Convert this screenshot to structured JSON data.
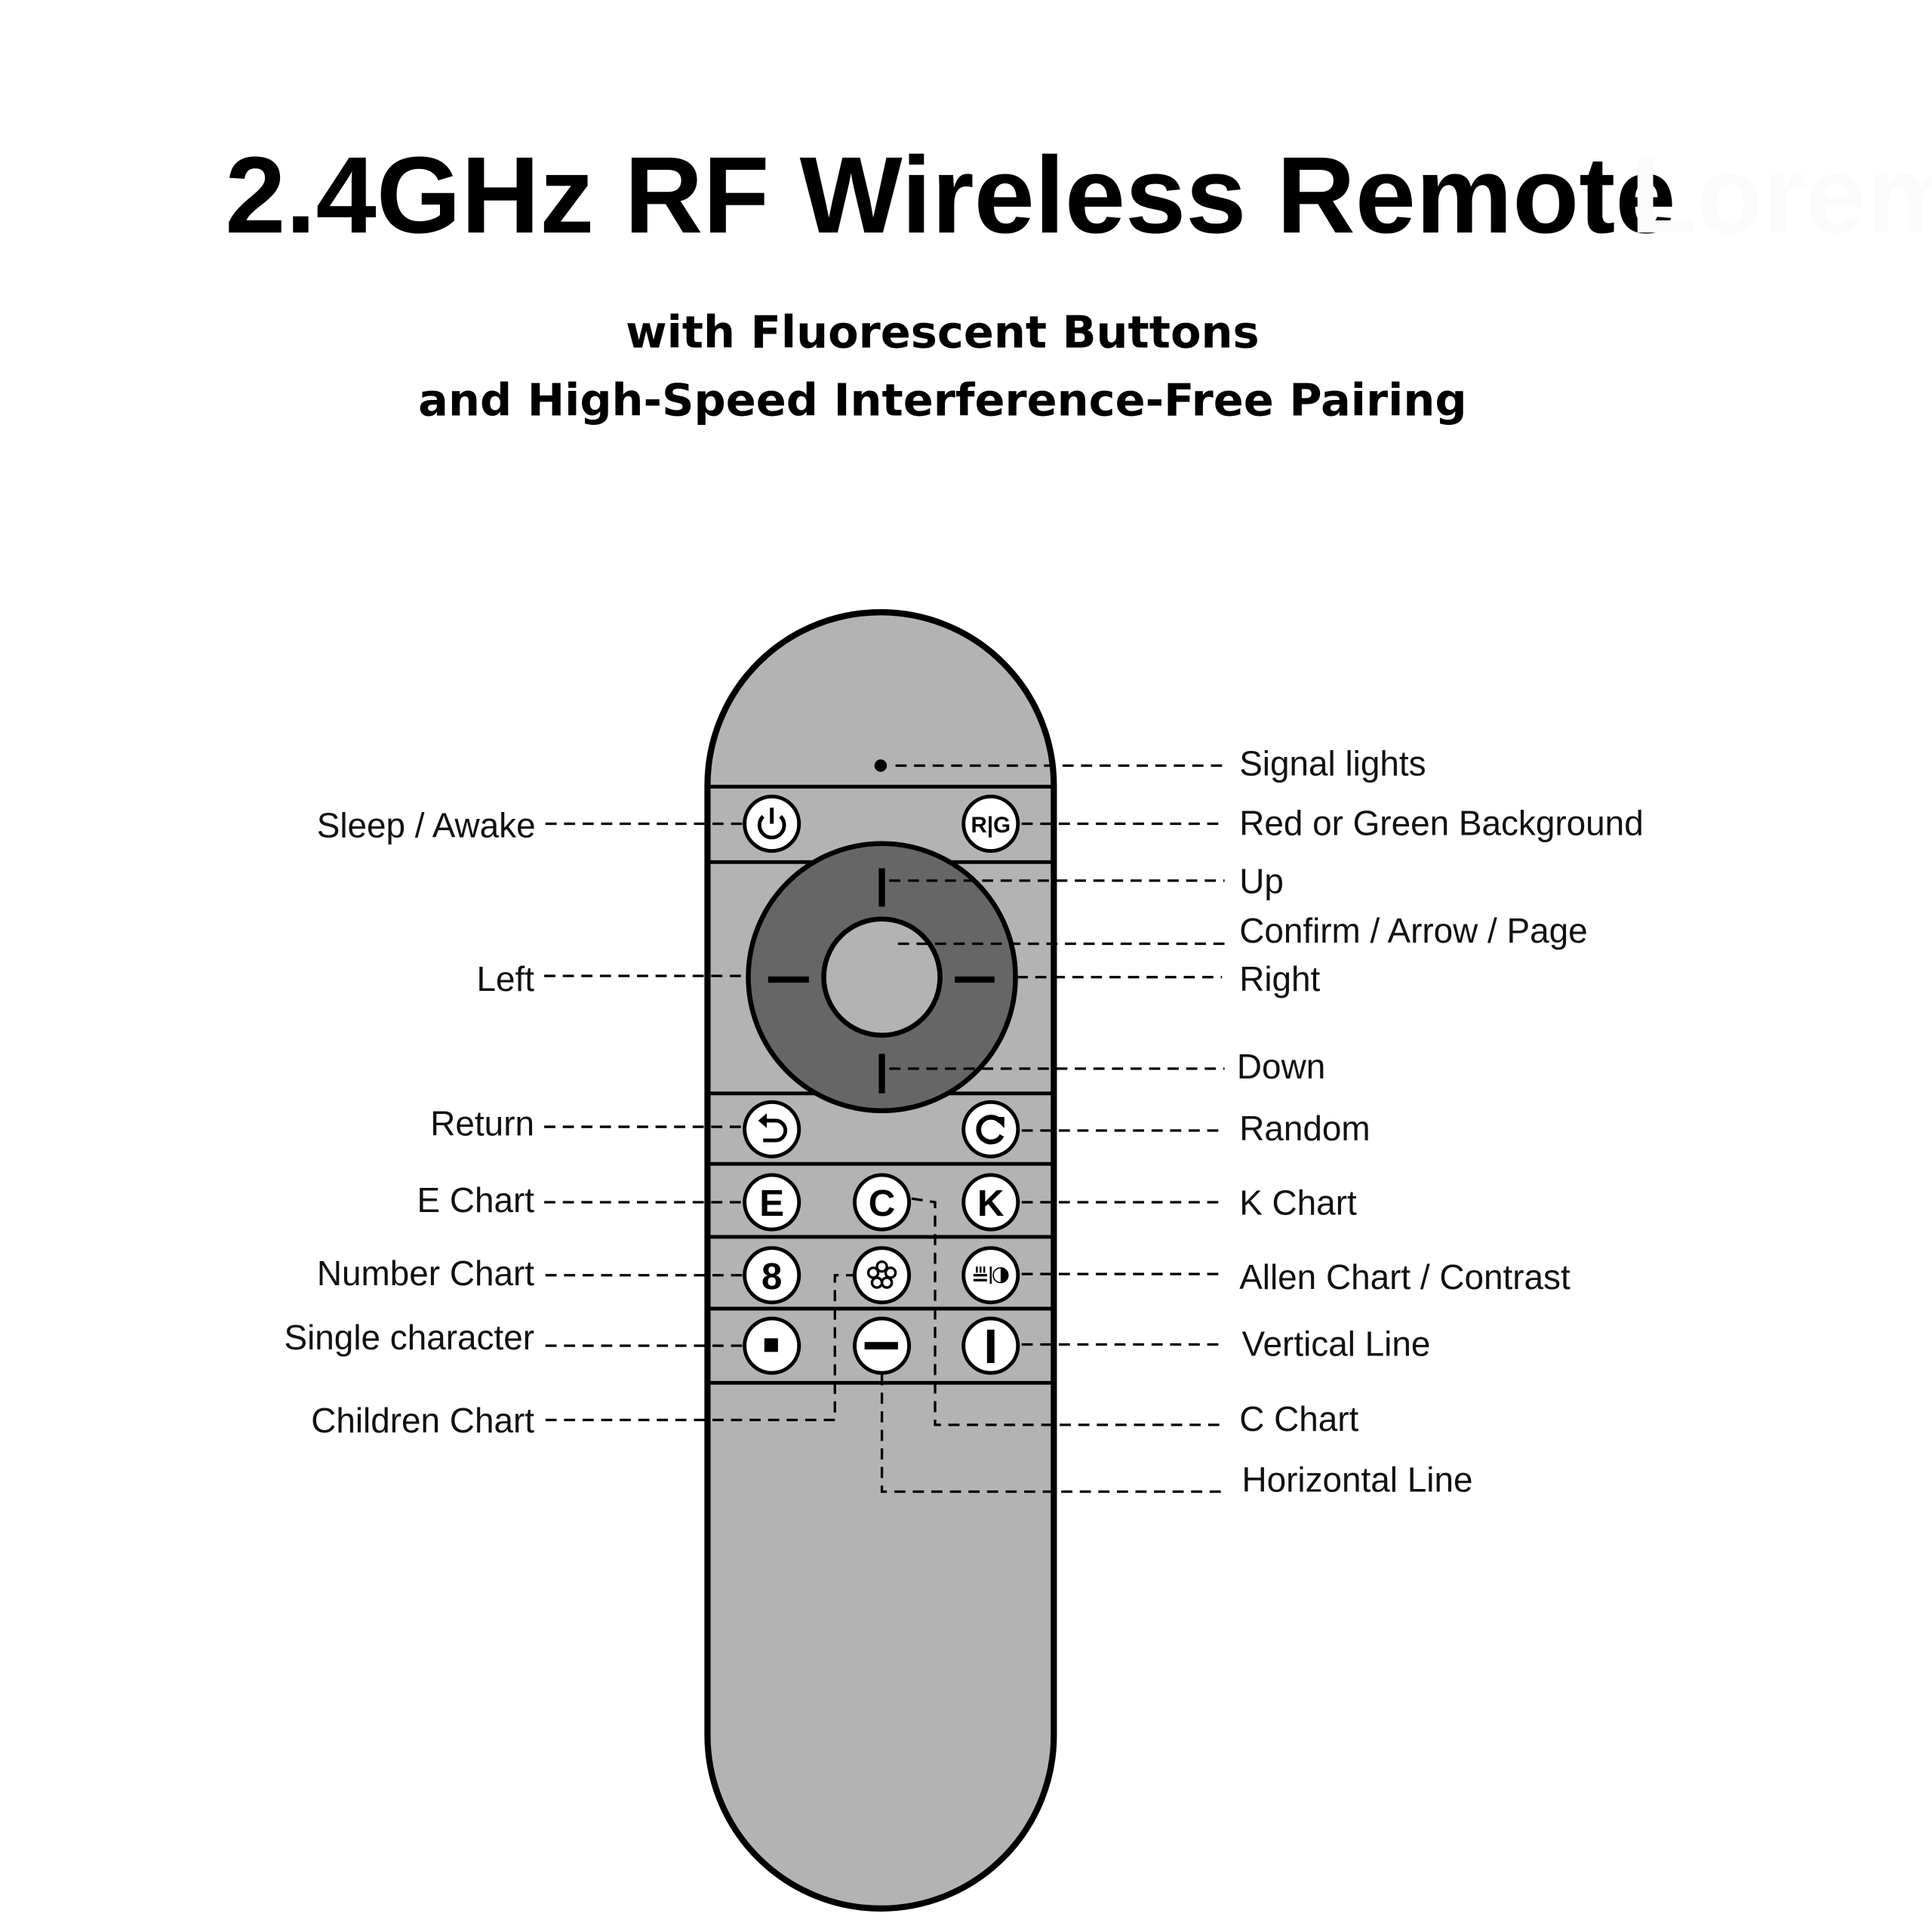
{
  "header": {
    "title": "2.4GHz RF Wireless Remote",
    "watermark": "Lorem",
    "subtitle_line1": "with Fluorescent Buttons",
    "subtitle_line2": "and High-Speed Interference-Free Pairing"
  },
  "remote": {
    "body_color": "#b3b3b3",
    "dpad_color": "#666666",
    "button_glyphs": {
      "rg": "R|G",
      "e": "E",
      "c": "C",
      "k": "K",
      "eight": "8"
    }
  },
  "labels": {
    "left": {
      "sleep": "Sleep / Awake",
      "left": "Left",
      "return": "Return",
      "e_chart": "E Chart",
      "number_chart": "Number Chart",
      "single_character": "Single character",
      "children_chart": "Children Chart"
    },
    "right": {
      "signal": "Signal lights",
      "rg": "Red or Green Background",
      "up": "Up",
      "confirm": "Confirm / Arrow / Page",
      "right": "Right",
      "down": "Down",
      "random": "Random",
      "k_chart": "K Chart",
      "allen": "Allen Chart / Contrast",
      "vertical": "Vertical Line",
      "c_chart": "C Chart",
      "horizontal": "Horizontal Line"
    }
  }
}
